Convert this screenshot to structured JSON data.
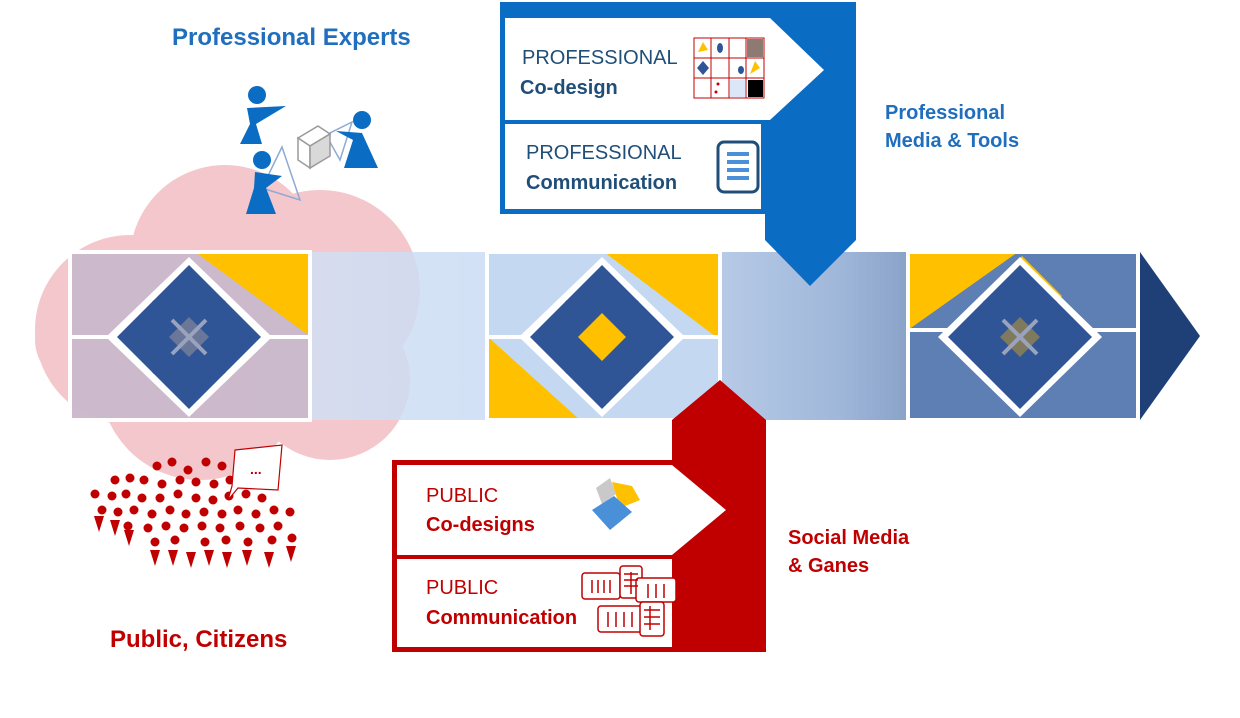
{
  "labels": {
    "professional_experts": "Professional Experts",
    "public_citizens": "Public, Citizens",
    "pro_media_line1": "Professional",
    "pro_media_line2": "Media & Tools",
    "social_line1": "Social Media",
    "social_line2": "& Ganes",
    "speech_bubble": "..."
  },
  "professional_box": {
    "codesign_title": "PROFESSIONAL",
    "codesign_sub": "Co-design",
    "comm_title": "PROFESSIONAL",
    "comm_sub": "Communication"
  },
  "public_box": {
    "codesign_title": "PUBLIC",
    "codesign_sub": "Co-designs",
    "comm_title": "PUBLIC",
    "comm_sub": "Communication"
  },
  "colors": {
    "professional_blue": "#0b6cc4",
    "label_blue": "#1f6fbe",
    "public_red": "#c00000",
    "tile_navy": "#2f5597",
    "tile_yellow": "#ffc000",
    "cloud_pink": "#f4c7cc"
  }
}
